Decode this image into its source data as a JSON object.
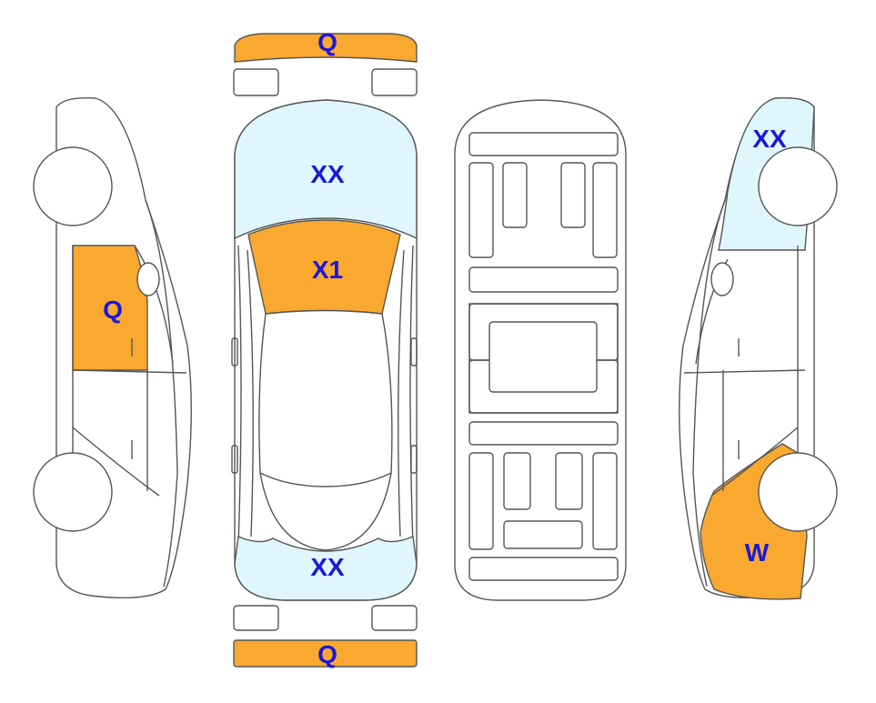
{
  "colors": {
    "outline": "#555555",
    "damage_orange": "#F9A830",
    "damage_lightblue": "#DFF6FC",
    "label_blue": "#1A18D8",
    "background": "#ffffff"
  },
  "labels": {
    "front_bumper": "Q",
    "rear_bumper": "Q",
    "windshield": "XX",
    "hood_front": "X1",
    "rear_glass": "XX",
    "left_front_door": "Q",
    "right_front_glass": "XX",
    "right_rear_quarter": "W"
  }
}
